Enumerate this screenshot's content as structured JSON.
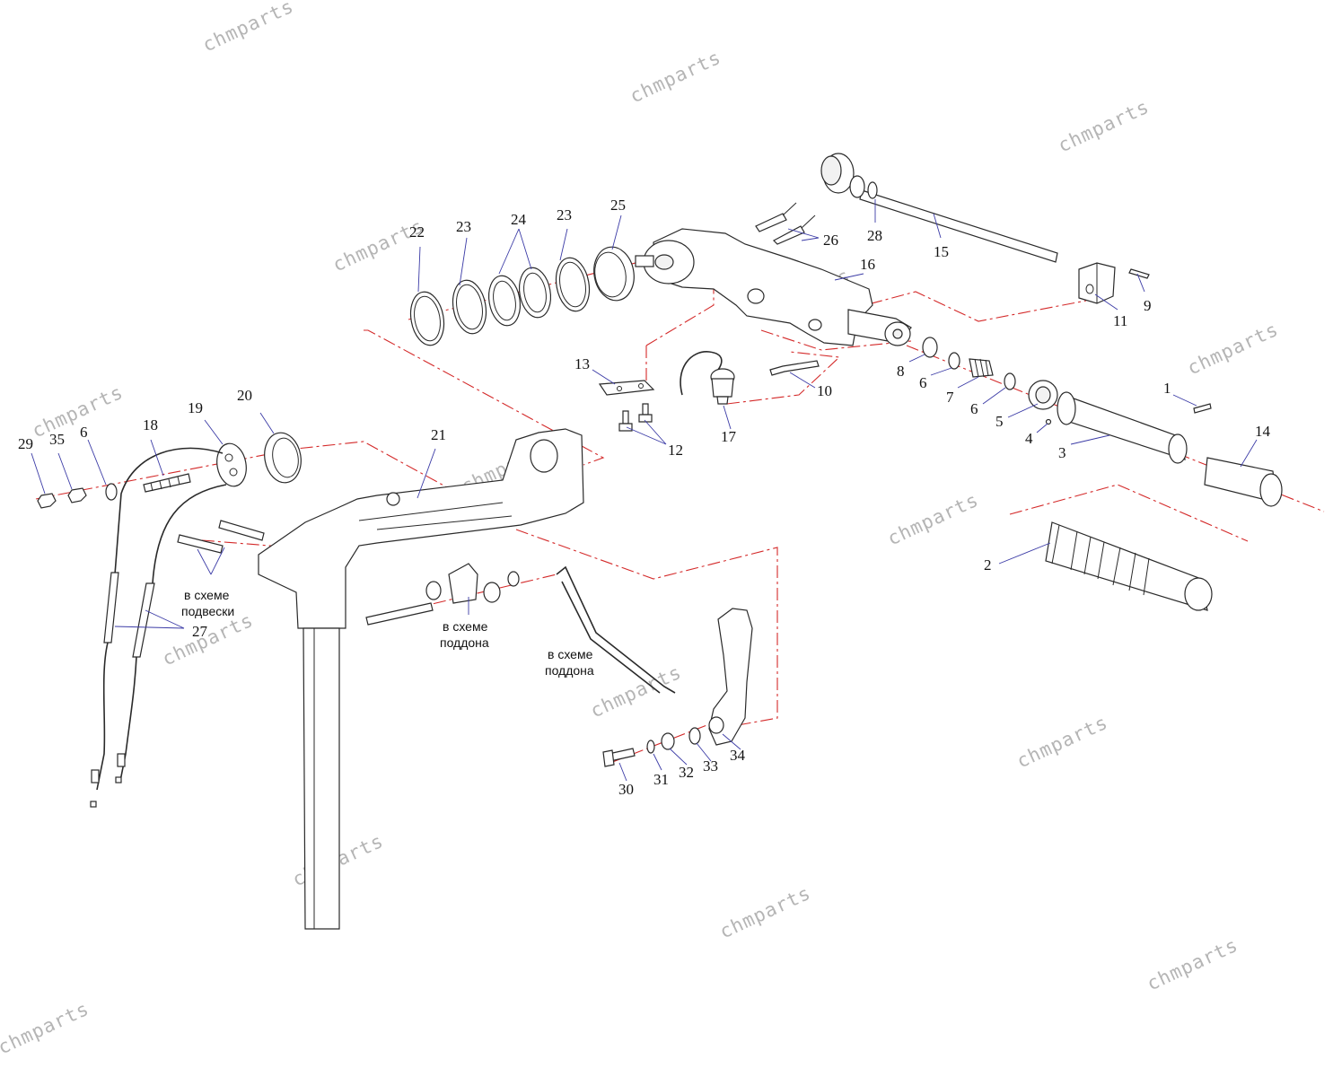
{
  "watermark": "chmparts",
  "notes": {
    "suspension": [
      "в схеме",
      "подвески"
    ],
    "tray_left": [
      "в схеме",
      "поддона"
    ],
    "tray_right": [
      "в схеме",
      "поддона"
    ]
  },
  "callouts": [
    "1",
    "2",
    "3",
    "4",
    "5",
    "6",
    "6",
    "6",
    "7",
    "8",
    "9",
    "10",
    "11",
    "12",
    "13",
    "14",
    "15",
    "16",
    "17",
    "18",
    "19",
    "20",
    "21",
    "22",
    "23",
    "23",
    "24",
    "25",
    "26",
    "27",
    "28",
    "29",
    "30",
    "31",
    "32",
    "33",
    "34",
    "35"
  ],
  "colors": {
    "line": "#2a2a2a",
    "centerline": "#d42a2a",
    "leader": "#3b3ba6",
    "watermark": "#b5b5b5"
  }
}
